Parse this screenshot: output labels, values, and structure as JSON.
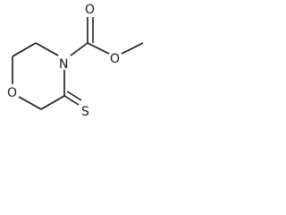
{
  "molecule": {
    "atoms": {
      "ring_oxygen": "O",
      "ring_nitrogen": "N",
      "thione_sulfur": "S",
      "carbonyl_oxygen": "O",
      "ester_oxygen": "O"
    }
  },
  "colors": {
    "ink": "#1a1a1a",
    "background": "#ffffff"
  }
}
